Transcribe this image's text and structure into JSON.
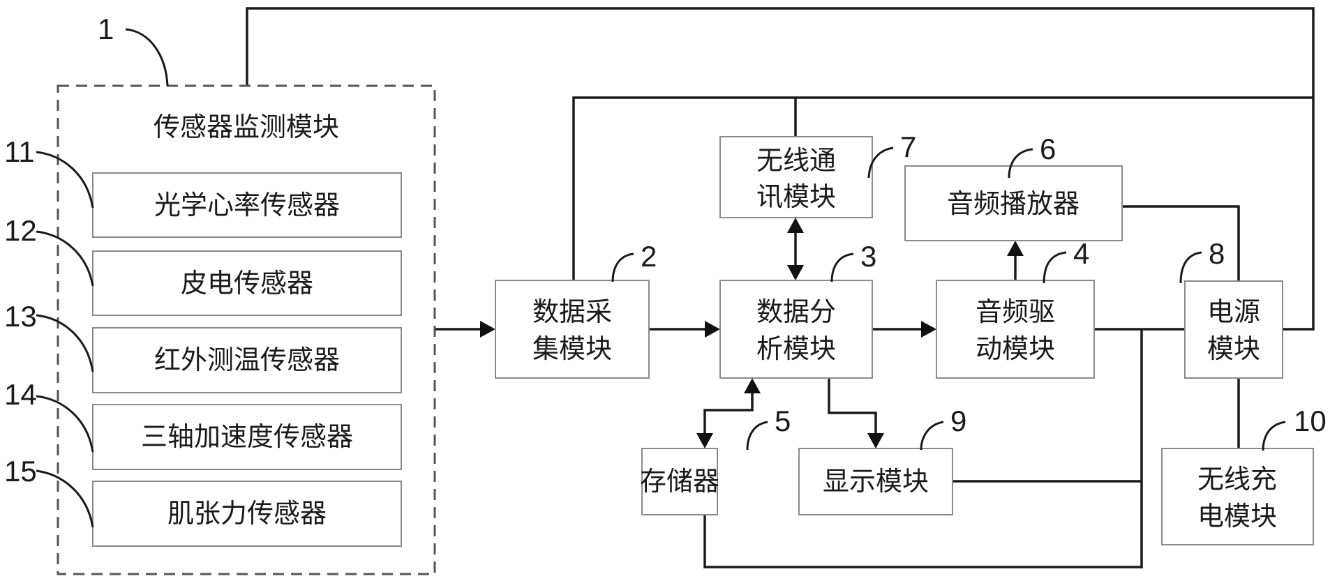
{
  "diagram": {
    "sensor_group": {
      "ref": "1",
      "title": "传感器监测模块",
      "sensors": [
        {
          "ref": "11",
          "label": "光学心率传感器"
        },
        {
          "ref": "12",
          "label": "皮电传感器"
        },
        {
          "ref": "13",
          "label": "红外测温传感器"
        },
        {
          "ref": "14",
          "label": "三轴加速度传感器"
        },
        {
          "ref": "15",
          "label": "肌张力传感器"
        }
      ]
    },
    "modules": {
      "data_acquisition": {
        "ref": "2",
        "line1": "数据采",
        "line2": "集模块"
      },
      "data_analysis": {
        "ref": "3",
        "line1": "数据分",
        "line2": "析模块"
      },
      "audio_driver": {
        "ref": "4",
        "line1": "音频驱",
        "line2": "动模块"
      },
      "memory": {
        "ref": "5",
        "label": "存储器"
      },
      "audio_player": {
        "ref": "6",
        "label": "音频播放器"
      },
      "wireless_comm": {
        "ref": "7",
        "line1": "无线通",
        "line2": "讯模块"
      },
      "power": {
        "ref": "8",
        "line1": "电源",
        "line2": "模块"
      },
      "display": {
        "ref": "9",
        "label": "显示模块"
      },
      "wireless_charging": {
        "ref": "10",
        "line1": "无线充",
        "line2": "电模块"
      }
    }
  }
}
